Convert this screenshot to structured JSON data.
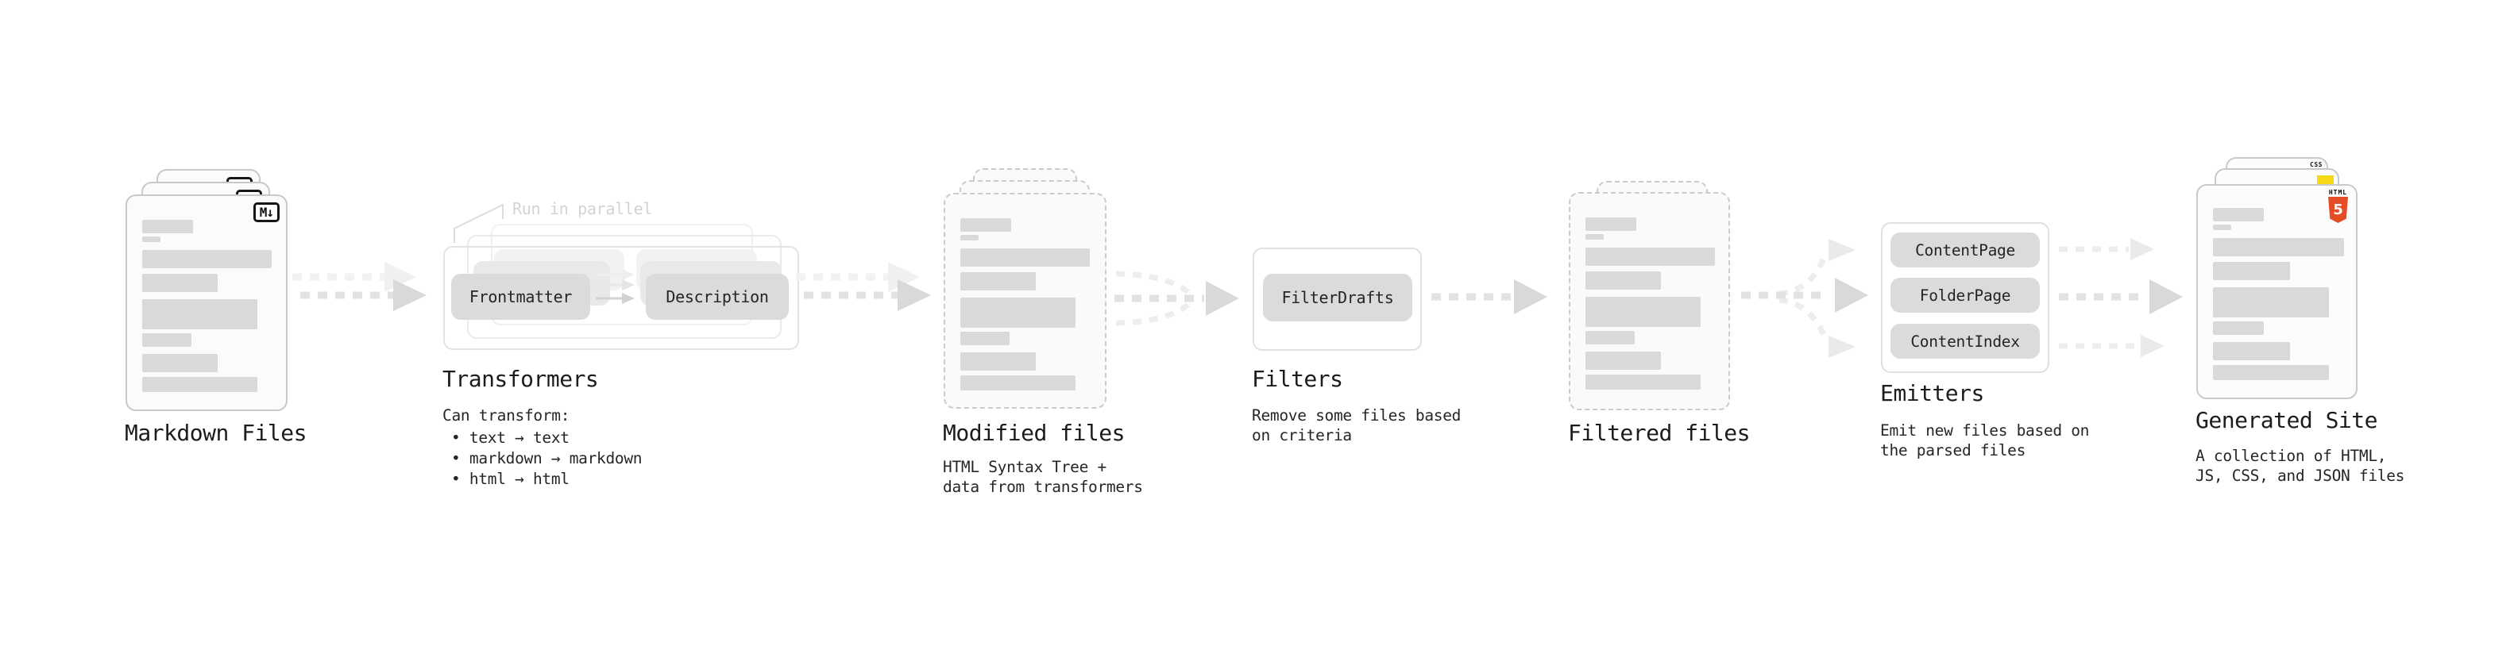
{
  "stages": {
    "markdown": {
      "label": "Markdown Files",
      "badge": "M↓"
    },
    "transformers": {
      "label": "Transformers",
      "annotation": "Run in parallel",
      "pill_left": "Frontmatter",
      "pill_right": "Description",
      "desc_title": "Can transform:",
      "bullets": [
        "• text → text",
        "• markdown → markdown",
        "• html → html"
      ]
    },
    "modified": {
      "label": "Modified files",
      "desc_line1": "HTML Syntax Tree +",
      "desc_line2": "data from transformers"
    },
    "filters": {
      "label": "Filters",
      "pill": "FilterDrafts",
      "desc_line1": "Remove some files based",
      "desc_line2": "on criteria"
    },
    "filtered": {
      "label": "Filtered files"
    },
    "emitters": {
      "label": "Emitters",
      "pills": [
        "ContentPage",
        "FolderPage",
        "ContentIndex"
      ],
      "desc_line1": "Emit new files based on",
      "desc_line2": "the parsed files"
    },
    "generated": {
      "label": "Generated Site",
      "desc_line1": "A collection of HTML,",
      "desc_line2": "JS, CSS, and JSON files",
      "css_badge": "CSS",
      "html_badge": "HTML",
      "html_badge_number": "5"
    }
  },
  "colors": {
    "heading": "#1c1c1c",
    "body_text": "#262626",
    "card_border": "#c9c9c9",
    "card_fill": "#fbfbfb",
    "placeholder_bar": "#d9d9d9",
    "pill_fill": "#dbdbdb",
    "frame_border": "#e4e4e4",
    "arrow_dash": "#e2e2e2",
    "arrow_head": "#d9d9d9",
    "arrow_ghost": "#f2f2f2",
    "annotation": "#d3d3d3",
    "js_yellow": "#f5d916",
    "css_blue": "#2863e8",
    "html5_orange": "#e44d26"
  }
}
